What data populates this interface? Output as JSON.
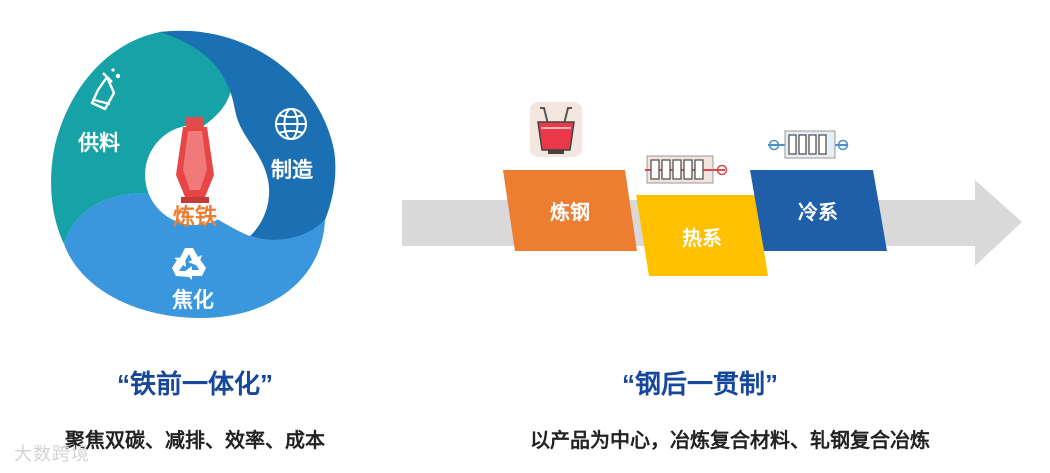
{
  "left": {
    "center_label": "炼铁",
    "segments": [
      {
        "label": "供料",
        "icon": "flask-icon",
        "color": "#16a2a6"
      },
      {
        "label": "制造",
        "icon": "globe-icon",
        "color": "#1b6fb3"
      },
      {
        "label": "焦化",
        "icon": "recycle-icon",
        "color": "#3a97de"
      }
    ],
    "title": "“铁前一体化”",
    "subtitle": "聚焦双碳、减排、效率、成本"
  },
  "right": {
    "steps": [
      {
        "label": "炼钢",
        "color": "#ed7d31",
        "icon": "ladle-icon"
      },
      {
        "label": "热系",
        "color": "#ffc000",
        "icon": "hot-rolling-mill-icon"
      },
      {
        "label": "冷系",
        "color": "#1f5faa",
        "icon": "cold-rolling-mill-icon"
      }
    ],
    "title": "“钢后一贯制”",
    "subtitle": "以产品为中心，冶炼复合材料、轧钢复合冶炼"
  },
  "watermark": "大数跨境",
  "colors": {
    "title": "#17479b",
    "arrow": "#d9d9d9",
    "center_label": "#ed7d31"
  }
}
